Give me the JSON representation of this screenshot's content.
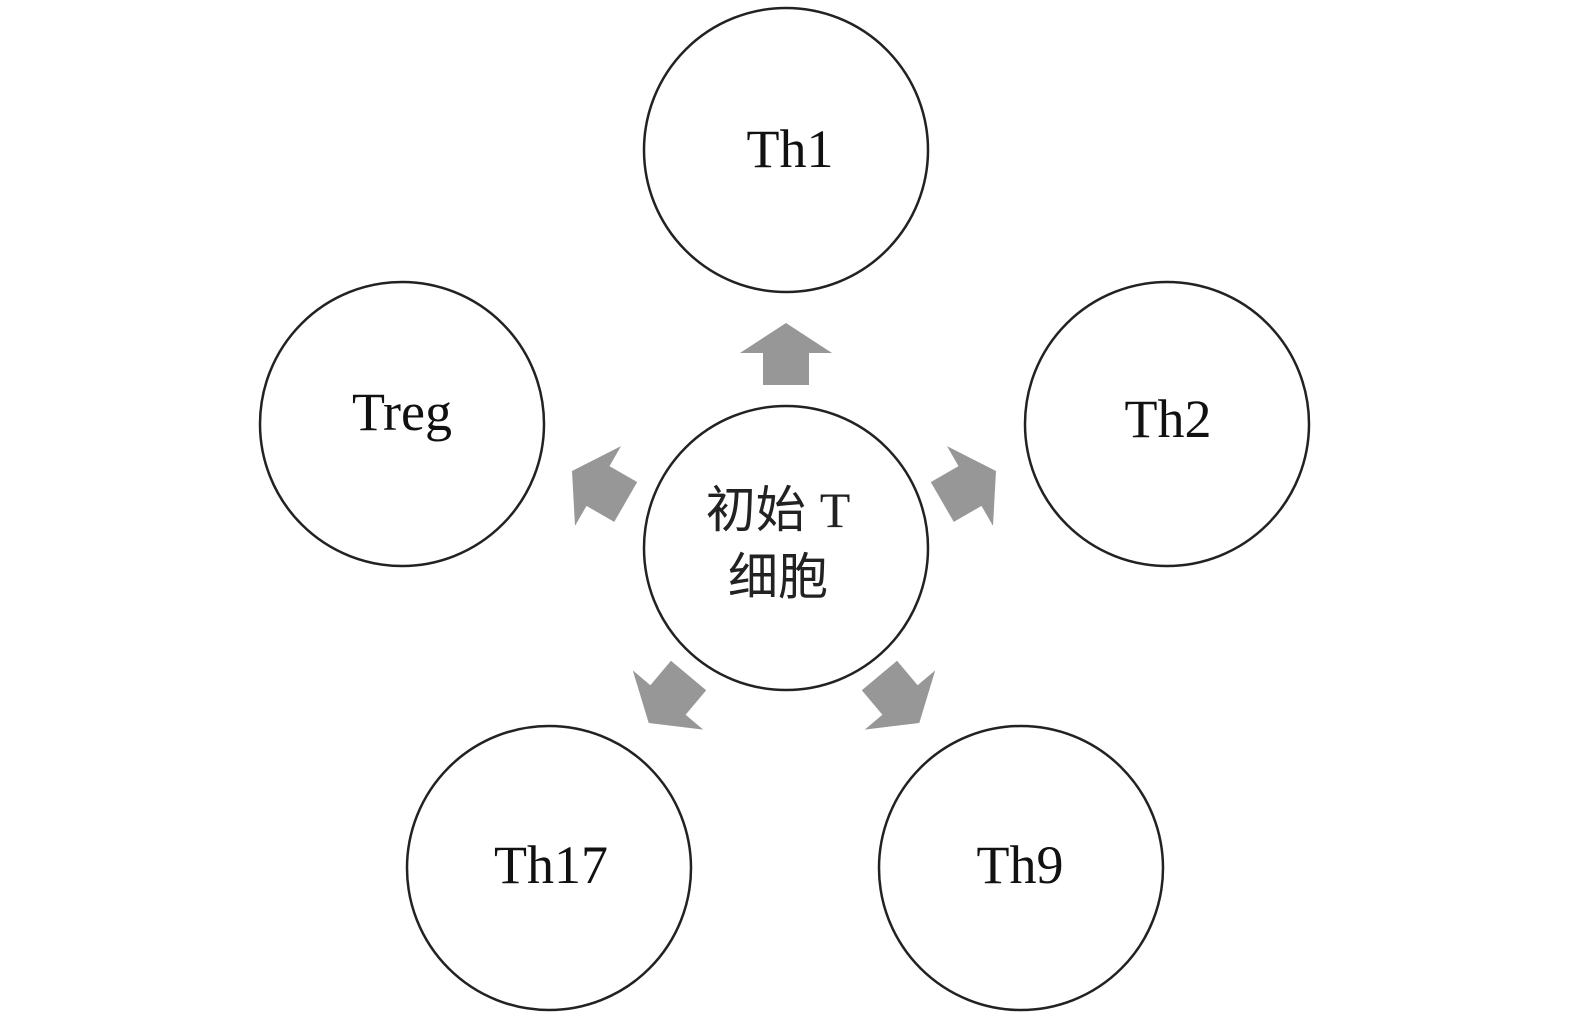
{
  "center": {
    "line1_cjk": "初始",
    "line1_latin": "T",
    "line2": "细胞"
  },
  "nodes": {
    "th1": "Th1",
    "th2": "Th2",
    "th9": "Th9",
    "th17": "Th17",
    "treg": "Treg"
  },
  "colors": {
    "arrow": "#979797",
    "circle_stroke": "#222222",
    "text": "#111111",
    "background": "#ffffff"
  }
}
